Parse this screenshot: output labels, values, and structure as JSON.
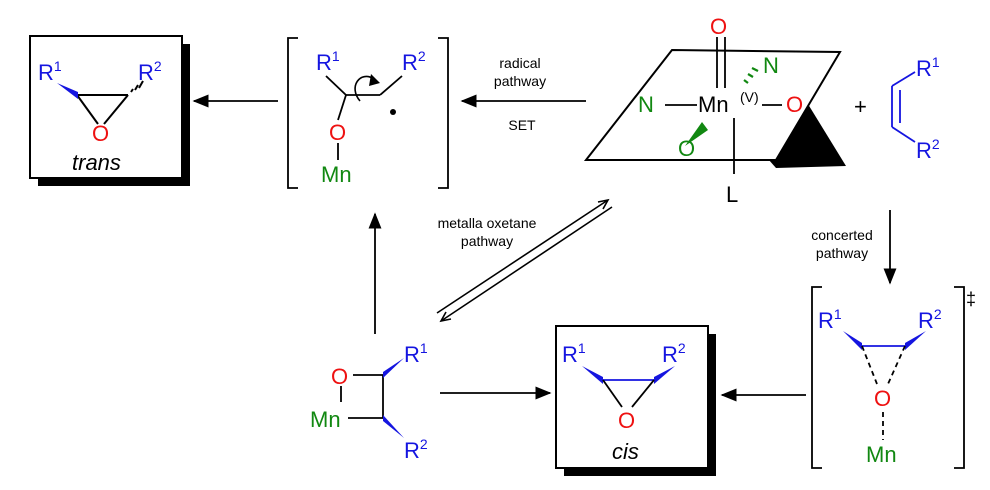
{
  "labels": {
    "r1": "R",
    "r2": "R",
    "sup1": "1",
    "sup2": "2",
    "o": "O",
    "n": "N",
    "mn": "Mn",
    "l": "L",
    "plus": "+",
    "v": "(V)",
    "dagger": "‡"
  },
  "captions": {
    "trans": "trans",
    "cis": "cis",
    "radical_1": "radical",
    "radical_2": "pathway",
    "set": "SET",
    "metalla_1": "metalla oxetane",
    "metalla_2": "pathway",
    "concerted_1": "concerted",
    "concerted_2": "pathway"
  },
  "colors": {
    "substituent": "#1515e0",
    "oxygen": "#ee1111",
    "ligand": "#118811",
    "bond": "#000000"
  }
}
